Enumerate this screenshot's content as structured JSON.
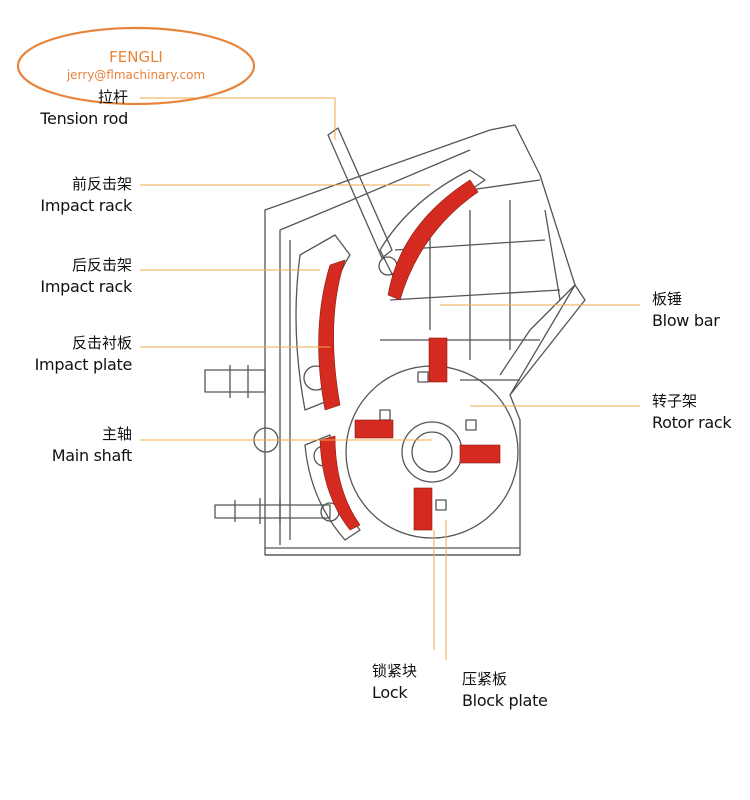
{
  "watermark": {
    "brand": "FENGLI",
    "email": "jerry@flmachinary.com",
    "color": "#e8833a"
  },
  "colors": {
    "line": "#555555",
    "leader": "#f0a94a",
    "wear_parts": "#d42a20"
  },
  "labels": {
    "tension_rod": {
      "zh": "拉杆",
      "en": "Tension rod"
    },
    "front_impact_rack": {
      "zh": "前反击架",
      "en": "Impact rack"
    },
    "rear_impact_rack": {
      "zh": "后反击架",
      "en": "Impact rack"
    },
    "impact_plate": {
      "zh": "反击衬板",
      "en": "Impact plate"
    },
    "main_shaft": {
      "zh": "主轴",
      "en": "Main shaft"
    },
    "blow_bar": {
      "zh": "板锤",
      "en": "Blow bar"
    },
    "rotor_rack": {
      "zh": "转子架",
      "en": "Rotor rack"
    },
    "lock": {
      "zh": "锁紧块",
      "en": "Lock"
    },
    "block_plate": {
      "zh": "压紧板",
      "en": "Block plate"
    }
  }
}
